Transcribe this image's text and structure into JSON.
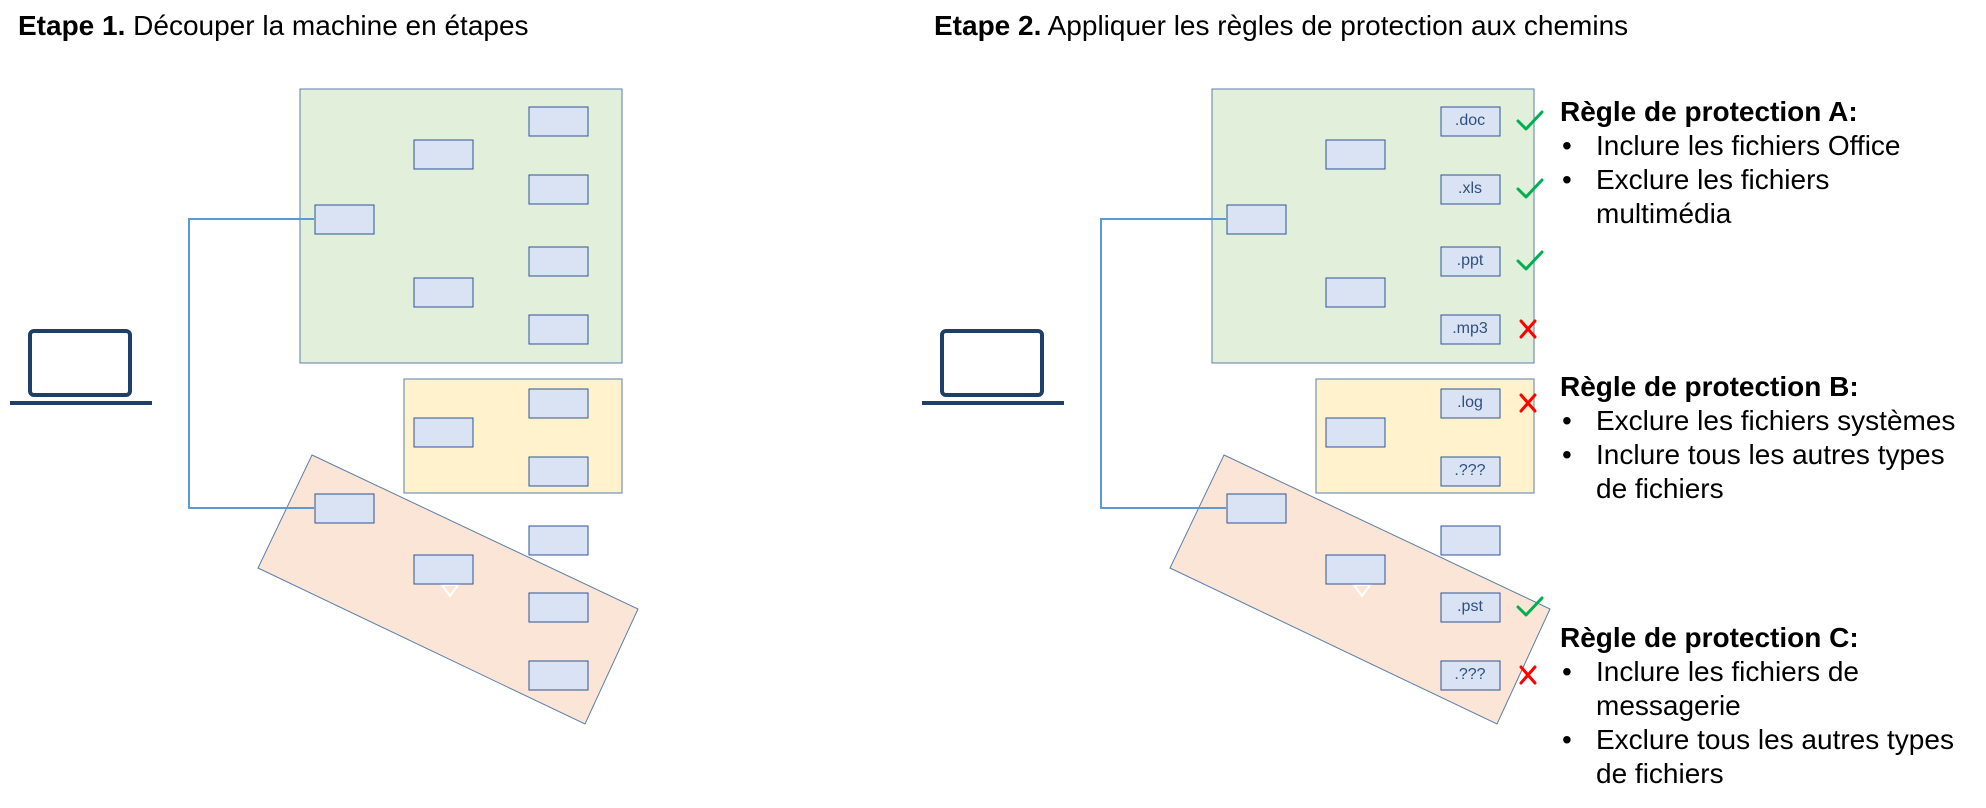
{
  "colors": {
    "file_box_fill": "#dae3f3",
    "file_box_stroke": "#2f5597",
    "region_green": "#e2efda",
    "region_yellow": "#fff2cc",
    "region_pink": "#fbe5d6",
    "region_stroke": "#5b7fa8",
    "connector": "#5b9bd5",
    "laptop": "#1f3f6b",
    "check": "#00b050",
    "cross": "#ff0000"
  },
  "step1": {
    "bold": "Etape 1.",
    "text": " Découper la machine en étapes"
  },
  "step2": {
    "bold": "Etape 2.",
    "text": " Appliquer les règles de protection aux chemins"
  },
  "file_labels": {
    "doc": ".doc",
    "xls": ".xls",
    "ppt": ".ppt",
    "mp3": ".mp3",
    "log": ".log",
    "unknown_b": ".???",
    "pst": ".pst",
    "unknown_c": ".???"
  },
  "status_marks": {
    "doc": "check",
    "xls": "check",
    "ppt": "check",
    "mp3": "cross",
    "log": "cross",
    "pst": "check",
    "unknown_c": "cross"
  },
  "rules": [
    {
      "title": "Règle de protection A:",
      "items": [
        "Inclure les fichiers Office",
        "Exclure les fichiers multimédia"
      ]
    },
    {
      "title": "Règle de protection B:",
      "items": [
        "Exclure les fichiers systèmes",
        "Inclure tous les autres types de fichiers"
      ]
    },
    {
      "title": "Règle de protection C:",
      "items": [
        "Inclure les fichiers de messagerie",
        "Exclure tous les autres types de fichiers"
      ]
    }
  ]
}
